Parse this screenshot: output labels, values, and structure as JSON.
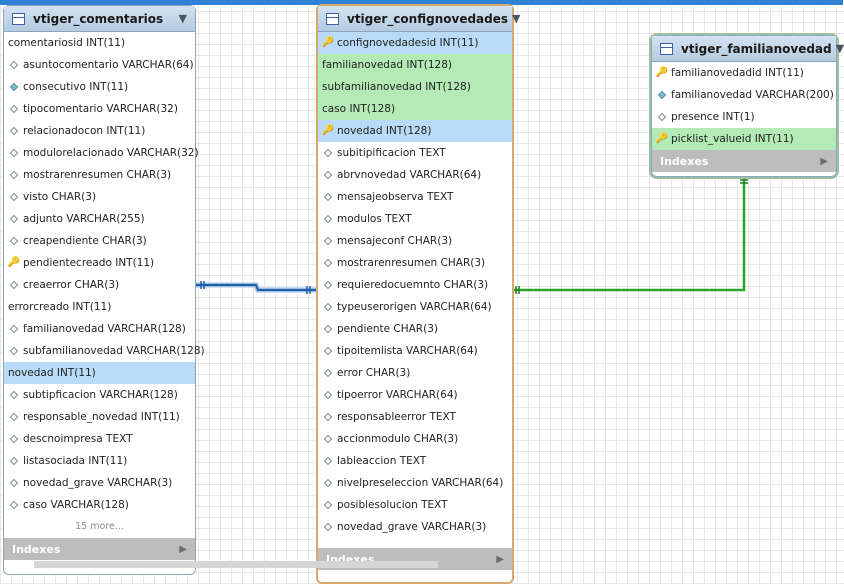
{
  "indexes_label": "Indexes",
  "tables": {
    "comentarios": {
      "name": "vtiger_comentarios",
      "more_label": "15 more...",
      "columns": [
        {
          "text": "comentariosid INT(11)",
          "icon": "none",
          "hl": ""
        },
        {
          "text": "asuntocomentario VARCHAR(64)",
          "icon": "diamond",
          "hl": ""
        },
        {
          "text": "consecutivo INT(11)",
          "icon": "diamond-filled",
          "hl": ""
        },
        {
          "text": "tipocomentario VARCHAR(32)",
          "icon": "diamond",
          "hl": ""
        },
        {
          "text": "relacionadocon INT(11)",
          "icon": "diamond",
          "hl": ""
        },
        {
          "text": "modulorelacionado VARCHAR(32)",
          "icon": "diamond",
          "hl": ""
        },
        {
          "text": "mostrarenresumen CHAR(3)",
          "icon": "diamond",
          "hl": ""
        },
        {
          "text": "visto CHAR(3)",
          "icon": "diamond",
          "hl": ""
        },
        {
          "text": "adjunto VARCHAR(255)",
          "icon": "diamond",
          "hl": ""
        },
        {
          "text": "creapendiente CHAR(3)",
          "icon": "diamond",
          "hl": ""
        },
        {
          "text": "pendientecreado INT(11)",
          "icon": "key",
          "hl": ""
        },
        {
          "text": "creaerror CHAR(3)",
          "icon": "diamond",
          "hl": ""
        },
        {
          "text": "errorcreado INT(11)",
          "icon": "none",
          "hl": ""
        },
        {
          "text": "familianovedad VARCHAR(128)",
          "icon": "diamond",
          "hl": ""
        },
        {
          "text": "subfamilianovedad VARCHAR(128)",
          "icon": "diamond",
          "hl": ""
        },
        {
          "text": "novedad INT(11)",
          "icon": "none",
          "hl": "sel"
        },
        {
          "text": "subtipficacion VARCHAR(128)",
          "icon": "diamond",
          "hl": ""
        },
        {
          "text": "responsable_novedad INT(11)",
          "icon": "diamond",
          "hl": ""
        },
        {
          "text": "descnoimpresa TEXT",
          "icon": "diamond",
          "hl": ""
        },
        {
          "text": "listasociada INT(11)",
          "icon": "diamond",
          "hl": ""
        },
        {
          "text": "novedad_grave VARCHAR(3)",
          "icon": "diamond",
          "hl": ""
        },
        {
          "text": "caso VARCHAR(128)",
          "icon": "diamond",
          "hl": ""
        }
      ]
    },
    "confignovedades": {
      "name": "vtiger_confignovedades",
      "columns": [
        {
          "text": "confignovedadesid INT(11)",
          "icon": "key",
          "hl": "pkrow"
        },
        {
          "text": "familianovedad INT(128)",
          "icon": "none",
          "hl": "fk"
        },
        {
          "text": "subfamilianovedad INT(128)",
          "icon": "none",
          "hl": "fk"
        },
        {
          "text": "caso INT(128)",
          "icon": "none",
          "hl": "fk"
        },
        {
          "text": "novedad INT(128)",
          "icon": "key",
          "hl": "pkrow"
        },
        {
          "text": "subitipificacion TEXT",
          "icon": "diamond",
          "hl": ""
        },
        {
          "text": "abrvnovedad VARCHAR(64)",
          "icon": "diamond",
          "hl": ""
        },
        {
          "text": "mensajeobserva TEXT",
          "icon": "diamond",
          "hl": ""
        },
        {
          "text": "modulos TEXT",
          "icon": "diamond",
          "hl": ""
        },
        {
          "text": "mensajeconf CHAR(3)",
          "icon": "diamond",
          "hl": ""
        },
        {
          "text": "mostrarenresumen CHAR(3)",
          "icon": "diamond",
          "hl": ""
        },
        {
          "text": "requieredocuemnto CHAR(3)",
          "icon": "diamond",
          "hl": ""
        },
        {
          "text": "typeuserorigen VARCHAR(64)",
          "icon": "diamond",
          "hl": ""
        },
        {
          "text": "pendiente CHAR(3)",
          "icon": "diamond",
          "hl": ""
        },
        {
          "text": "tipoitemlista VARCHAR(64)",
          "icon": "diamond",
          "hl": ""
        },
        {
          "text": "error CHAR(3)",
          "icon": "diamond",
          "hl": ""
        },
        {
          "text": "tipoerror VARCHAR(64)",
          "icon": "diamond",
          "hl": ""
        },
        {
          "text": "responsableerror TEXT",
          "icon": "diamond",
          "hl": ""
        },
        {
          "text": "accionmodulo CHAR(3)",
          "icon": "diamond",
          "hl": ""
        },
        {
          "text": "lableaccion TEXT",
          "icon": "diamond",
          "hl": ""
        },
        {
          "text": "nivelpreseleccion VARCHAR(64)",
          "icon": "diamond",
          "hl": ""
        },
        {
          "text": "posiblesolucion TEXT",
          "icon": "diamond",
          "hl": ""
        },
        {
          "text": "novedad_grave VARCHAR(3)",
          "icon": "diamond",
          "hl": ""
        }
      ]
    },
    "familianovedad": {
      "name": "vtiger_familianovedad",
      "columns": [
        {
          "text": "familianovedadid INT(11)",
          "icon": "key",
          "hl": ""
        },
        {
          "text": "familianovedad VARCHAR(200)",
          "icon": "diamond-filled",
          "hl": ""
        },
        {
          "text": "presence INT(1)",
          "icon": "diamond",
          "hl": ""
        },
        {
          "text": "picklist_valueid INT(11)",
          "icon": "key",
          "hl": "fk"
        }
      ]
    }
  },
  "colors": {
    "topbar": "#2f82d6",
    "connector_blue": "#1f5fa8",
    "connector_green": "#2aa52a",
    "pk_row": "#b9dbf7",
    "fk_row": "#b3eab5"
  }
}
